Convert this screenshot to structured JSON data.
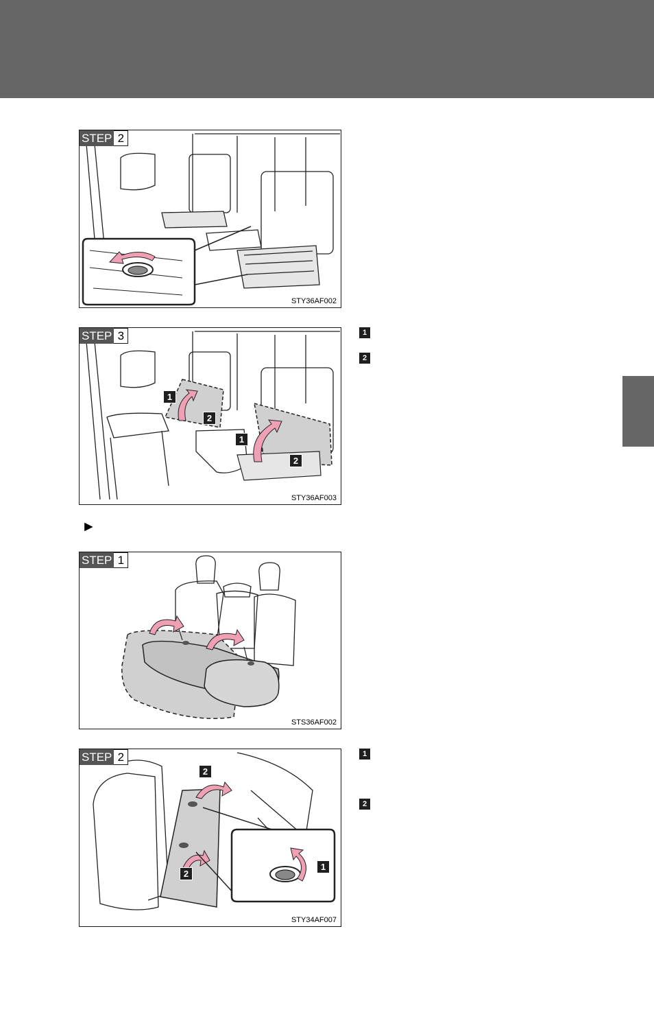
{
  "page": {
    "marker": "►"
  },
  "figures": [
    {
      "step_word": "STEP",
      "step_number": "2",
      "code": "STY36AF002",
      "icons": [
        "counterclockwise-arrow-icon"
      ]
    },
    {
      "step_word": "STEP",
      "step_number": "3",
      "code": "STY36AF003",
      "callouts": [
        "1",
        "2",
        "1",
        "2"
      ]
    },
    {
      "step_word": "STEP",
      "step_number": "1",
      "code": "STS36AF002"
    },
    {
      "step_word": "STEP",
      "step_number": "2",
      "code": "STY34AF007",
      "callouts": [
        "2",
        "2",
        "1"
      ]
    }
  ],
  "legends": {
    "step3": [
      "1",
      "2"
    ],
    "step2b": [
      "1",
      "2"
    ]
  },
  "colors": {
    "header": "#666666",
    "side_tab": "#666666",
    "arrow_pink": "#f0a0b4",
    "shade_gray": "#d0d0d0"
  }
}
